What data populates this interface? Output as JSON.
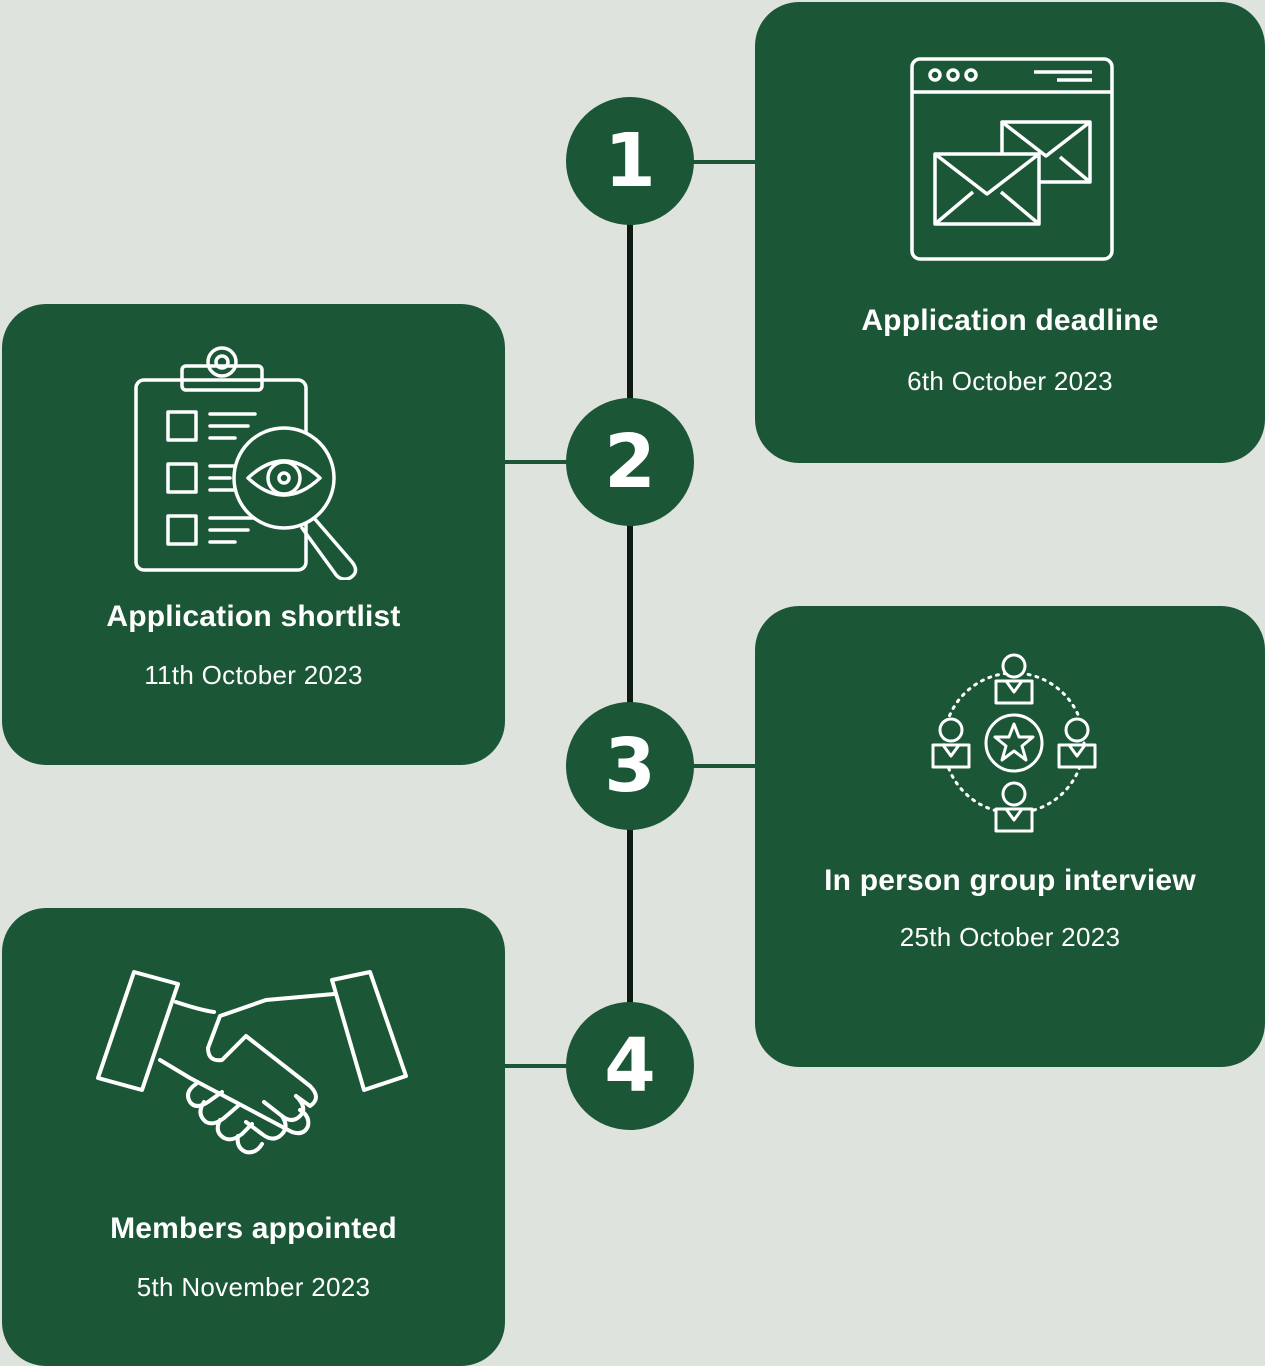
{
  "steps": [
    {
      "number": "1",
      "title": "Application deadline",
      "date": "6th October 2023",
      "icon": "browser-envelopes-icon"
    },
    {
      "number": "2",
      "title": "Application shortlist",
      "date": "11th October 2023",
      "icon": "clipboard-review-icon"
    },
    {
      "number": "3",
      "title": "In person group interview",
      "date": "25th October 2023",
      "icon": "group-interview-icon"
    },
    {
      "number": "4",
      "title": "Members appointed",
      "date": "5th November 2023",
      "icon": "handshake-icon"
    }
  ],
  "colors": {
    "background": "#dfe3dd",
    "card": "#1b5636",
    "spine": "#0e1a13",
    "text": "#ffffff"
  }
}
